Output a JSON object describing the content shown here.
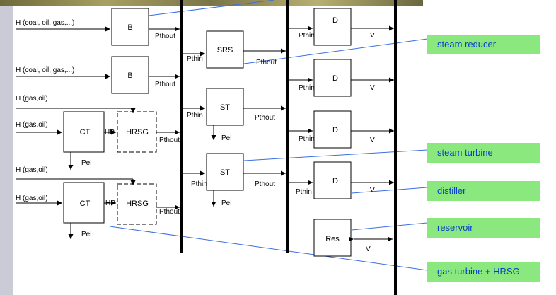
{
  "inputs": {
    "h_coal_1": "H (coal, oil, gas,...)",
    "h_coal_2": "H (coal, oil, gas,...)",
    "h_gas_1": "H (gas,oil)",
    "h_gas_2": "H (gas,oil)",
    "h_gas_3": "H (gas,oil)"
  },
  "blocks": {
    "boiler_1": "B",
    "boiler_2": "B",
    "srs": "SRS",
    "st_1": "ST",
    "st_2": "ST",
    "ct_1": "CT",
    "ct_2": "CT",
    "hrsg_1": "HRSG",
    "hrsg_2": "HRSG",
    "d_1": "D",
    "d_2": "D",
    "d_3": "D",
    "d_4": "D",
    "res": "Res"
  },
  "signals": {
    "pthout": "Pthout",
    "pthin": "Pthin",
    "pel": "Pel",
    "hp": "HP",
    "v": "V"
  },
  "callouts": {
    "steam_reducer": "steam reducer",
    "steam_turbine": "steam turbine",
    "distiller": "distiller",
    "reservoir": "reservoir",
    "gas_turbine": "gas turbine + HRSG"
  },
  "colors": {
    "callout_fill": "#8ae87e",
    "callout_text": "#0a40c8",
    "leader_line": "#3b6fe0"
  }
}
